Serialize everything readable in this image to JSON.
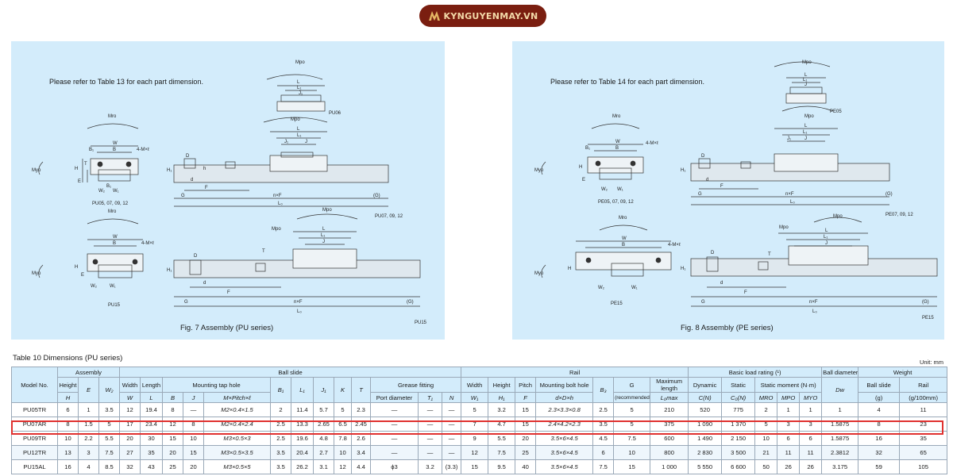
{
  "logo": {
    "text": "KYNGUYENMAY.VN"
  },
  "fig7": {
    "note": "Please refer to Table 13 for each part dimension.",
    "caption": "Fig. 7  Assembly (PU series)",
    "labels": {
      "pu06": "PU06",
      "pu05_07_09_12": "PU05, 07, 09, 12",
      "pu07_09_12": "PU07, 09, 12",
      "pu15a": "PU15",
      "pu15b": "PU15",
      "mpo": "Mpo",
      "mro": "Mro",
      "myo": "Myo",
      "L": "L",
      "L1": "L₁",
      "J": "J",
      "J1": "J₁",
      "W": "W",
      "B": "B",
      "B1": "B₁",
      "W1": "W₁",
      "W2": "W₂",
      "H": "H",
      "H1": "H₁",
      "K": "K",
      "T": "T",
      "E": "E",
      "h": "h",
      "d": "d",
      "D": "D",
      "F": "F",
      "G": "G",
      "nF": "n×F",
      "Lo": "L₀",
      "Gp": "(G)",
      "mxl": "4-M×ℓ"
    }
  },
  "fig8": {
    "note": "Please refer to Table 14 for each part dimension.",
    "caption": "Fig. 8  Assembly (PE series)",
    "labels": {
      "pe05": "PE05",
      "pe05_07_09_12": "PE05, 07, 09, 12",
      "pe07_09_12": "PE07, 09, 12",
      "pe15a": "PE15",
      "pe15b": "PE15"
    }
  },
  "table": {
    "title": "Table 10  Dimensions (PU series)",
    "units": "Unit: mm",
    "groups": {
      "model": "Model No.",
      "assembly": "Assembly",
      "ball_slide": "Ball slide",
      "rail": "Rail",
      "load": "Basic load rating (¹)",
      "ball_dia": "Ball diameter",
      "weight": "Weight"
    },
    "sub": {
      "height": "Height",
      "width": "Width",
      "length": "Length",
      "mounting_tap": "Mounting tap hole",
      "grease": "Grease fitting",
      "r_width": "Width",
      "r_height": "Height",
      "pitch": "Pitch",
      "mount_bolt": "Mounting bolt hole",
      "g": "G",
      "max_len": "Maximum length",
      "dynamic": "Dynamic",
      "static": "Static",
      "static_moment": "Static moment (N·m)",
      "w_ball_slide": "Ball slide",
      "w_rail": "Rail"
    },
    "sym": {
      "H": "H",
      "E": "E",
      "W2": "W₂",
      "W": "W",
      "L": "L",
      "B": "B",
      "J": "J",
      "MxPxl": "M×Pitch×ℓ",
      "B1": "B₁",
      "L1": "L₁",
      "J1": "J₁",
      "K": "K",
      "T": "T",
      "port": "Port diameter",
      "T1": "T₁",
      "N": "N",
      "W1": "W₁",
      "H1": "H₁",
      "F": "F",
      "dDh": "d×D×h",
      "B3": "B₃",
      "recommended": "(recommended)",
      "L0max": "L₀max",
      "CN": "C(N)",
      "C0N": "C₀(N)",
      "MRO": "MRO",
      "MPO": "MPO",
      "MYO": "MYO",
      "Dw": "Dw",
      "g": "(g)",
      "g100": "(g/100mm)"
    },
    "rows": [
      [
        "PU05TR",
        "6",
        "1",
        "3.5",
        "12",
        "19.4",
        "8",
        "—",
        "M2×0.4×1.5",
        "2",
        "11.4",
        "5.7",
        "5",
        "2.3",
        "—",
        "—",
        "—",
        "5",
        "3.2",
        "15",
        "2.3×3.3×0.8",
        "2.5",
        "5",
        "210",
        "520",
        "775",
        "2",
        "1",
        "1",
        "1",
        "4",
        "11"
      ],
      [
        "PU07AR",
        "8",
        "1.5",
        "5",
        "17",
        "23.4",
        "12",
        "8",
        "M2×0.4×2.4",
        "2.5",
        "13.3",
        "2.65",
        "6.5",
        "2.45",
        "—",
        "—",
        "—",
        "7",
        "4.7",
        "15",
        "2.4×4.2×2.3",
        "3.5",
        "5",
        "375",
        "1 090",
        "1 370",
        "5",
        "3",
        "3",
        "1.5875",
        "8",
        "23"
      ],
      [
        "PU09TR",
        "10",
        "2.2",
        "5.5",
        "20",
        "30",
        "15",
        "10",
        "M3×0.5×3",
        "2.5",
        "19.6",
        "4.8",
        "7.8",
        "2.6",
        "—",
        "—",
        "—",
        "9",
        "5.5",
        "20",
        "3.5×6×4.5",
        "4.5",
        "7.5",
        "600",
        "1 490",
        "2 150",
        "10",
        "6",
        "6",
        "1.5875",
        "16",
        "35"
      ],
      [
        "PU12TR",
        "13",
        "3",
        "7.5",
        "27",
        "35",
        "20",
        "15",
        "M3×0.5×3.5",
        "3.5",
        "20.4",
        "2.7",
        "10",
        "3.4",
        "—",
        "—",
        "—",
        "12",
        "7.5",
        "25",
        "3.5×6×4.5",
        "6",
        "10",
        "800",
        "2 830",
        "3 500",
        "21",
        "11",
        "11",
        "2.3812",
        "32",
        "65"
      ],
      [
        "PU15AL",
        "16",
        "4",
        "8.5",
        "32",
        "43",
        "25",
        "20",
        "M3×0.5×5",
        "3.5",
        "26.2",
        "3.1",
        "12",
        "4.4",
        "ϕ3",
        "3.2",
        "(3.3)",
        "15",
        "9.5",
        "40",
        "3.5×6×4.5",
        "7.5",
        "15",
        "1 000",
        "5 550",
        "6 600",
        "50",
        "26",
        "26",
        "3.175",
        "59",
        "105"
      ]
    ]
  }
}
